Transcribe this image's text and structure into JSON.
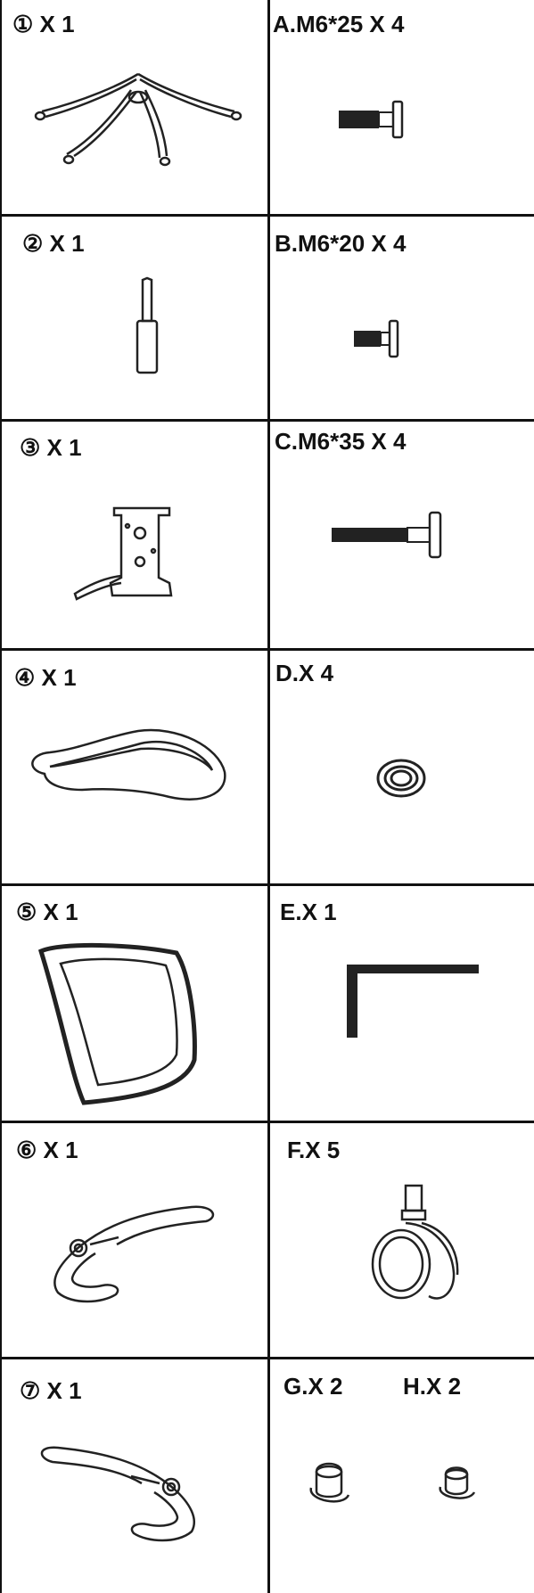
{
  "parts": [
    {
      "label": "① X 1",
      "icon": "chair-base-icon"
    },
    {
      "label": "② X 1",
      "icon": "gas-cylinder-icon"
    },
    {
      "label": "③ X 1",
      "icon": "seat-mechanism-icon"
    },
    {
      "label": "④ X 1",
      "icon": "seat-cushion-icon"
    },
    {
      "label": "⑤ X 1",
      "icon": "mesh-backrest-icon"
    },
    {
      "label": "⑥ X 1",
      "icon": "left-armrest-icon"
    },
    {
      "label": "⑦ X 1",
      "icon": "right-armrest-icon"
    }
  ],
  "hardware": [
    {
      "label": "A.M6*25 X 4",
      "icon": "bolt-m6x25-icon"
    },
    {
      "label": "B.M6*20 X 4",
      "icon": "bolt-m6x20-icon"
    },
    {
      "label": "C.M6*35 X 4",
      "icon": "bolt-m6x35-icon"
    },
    {
      "label": "D.X 4",
      "icon": "washer-icon"
    },
    {
      "label": "E.X 1",
      "icon": "allen-key-icon"
    },
    {
      "label": "F.X 5",
      "icon": "caster-wheel-icon"
    },
    {
      "label": "G.X 2",
      "icon": "cap-g-icon"
    },
    {
      "label": "H.X 2",
      "icon": "cap-h-icon"
    }
  ]
}
